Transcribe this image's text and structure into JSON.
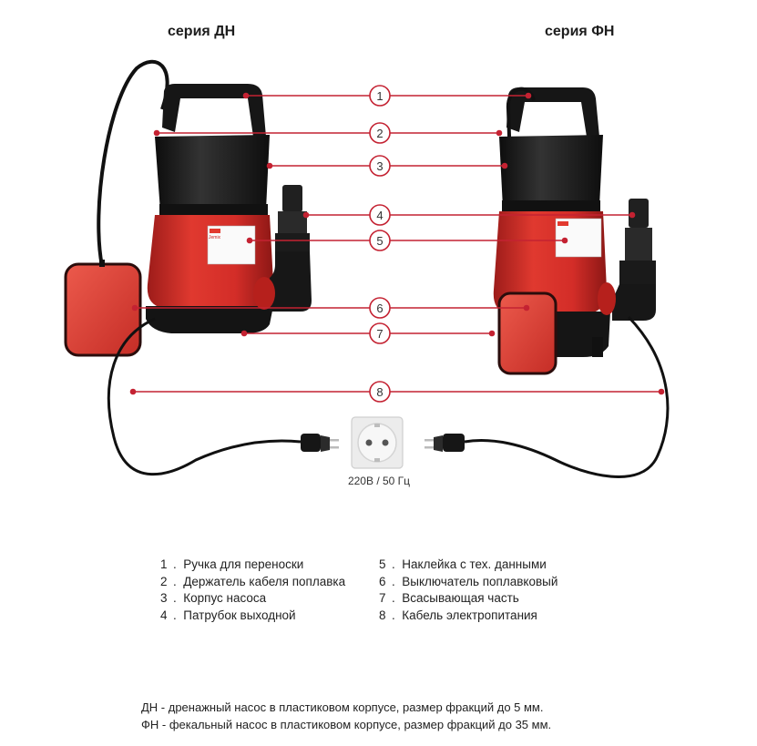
{
  "series": [
    {
      "id": "dn",
      "title": "серия ДН"
    },
    {
      "id": "fn",
      "title": "серия ФН"
    }
  ],
  "brand": "Jemix",
  "socket_label": "220В / 50 Гц",
  "markers": [
    {
      "num": "1",
      "label": "Ручка для переноски"
    },
    {
      "num": "2",
      "label": "Держатель кабеля поплавка"
    },
    {
      "num": "3",
      "label": "Корпус насоса"
    },
    {
      "num": "4",
      "label": "Патрубок выходной"
    },
    {
      "num": "5",
      "label": "Наклейка с тех. данными"
    },
    {
      "num": "6",
      "label": "Выключатель поплавковый"
    },
    {
      "num": "7",
      "label": "Всасывающая часть"
    },
    {
      "num": "8",
      "label": "Кабель электропитания"
    }
  ],
  "notes": [
    "ДН - дренажный насос в пластиковом корпусе, размер фракций до 5 мм.",
    "ФН - фекальный насос в пластиковом корпусе, размер фракций до 35 мм."
  ],
  "colors": {
    "pump_red": "#d8302c",
    "pump_black": "#1c1c1c",
    "callout_red": "#c42232",
    "float_red": "#e0463c"
  }
}
